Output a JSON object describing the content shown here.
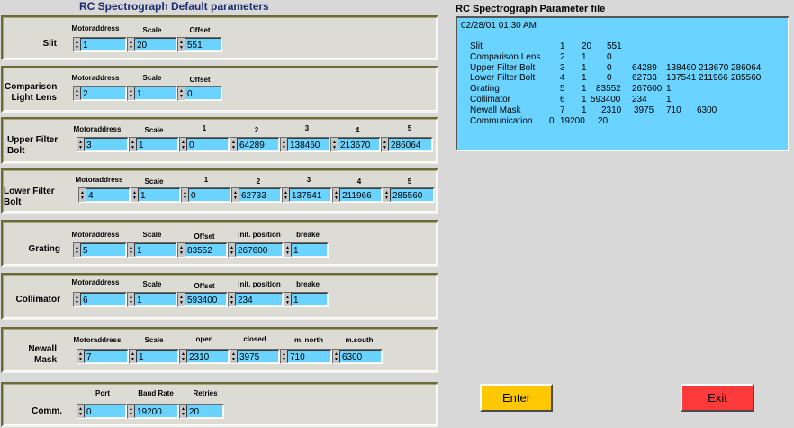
{
  "main_title": "RC Spectrograph Default parameters",
  "file_panel": {
    "title": "RC Spectrograph Parameter file",
    "timestamp": "02/28/01 01:30 AM",
    "rows": [
      {
        "name": "Slit",
        "cols": [
          "1",
          "20",
          "551"
        ]
      },
      {
        "name": "Comparison Lens",
        "cols": [
          "2",
          "1",
          "0"
        ]
      },
      {
        "name": "Upper Filter Bolt",
        "cols": [
          "3",
          "1",
          "0",
          "64289",
          "138460",
          "213670",
          "286064"
        ]
      },
      {
        "name": "Lower Filter Bolt",
        "cols": [
          "4",
          "1",
          "0",
          "62733",
          "137541",
          "211966",
          "285560"
        ]
      },
      {
        "name": "Grating",
        "cols": [
          "5",
          "1",
          "83552",
          "267600",
          "1"
        ]
      },
      {
        "name": "Collimator",
        "cols": [
          "6",
          "1",
          "593400",
          "234",
          "1"
        ]
      },
      {
        "name": "Newall Mask",
        "cols": [
          "7",
          "1",
          "2310",
          "3975",
          "710",
          "6300"
        ]
      },
      {
        "name": "Communication",
        "cols": [
          "0",
          "19200",
          "20"
        ]
      }
    ]
  },
  "panels": {
    "slit": {
      "label": "Slit",
      "headers": [
        "Motoraddress",
        "Scale",
        "Offset"
      ],
      "values": [
        "1",
        "20",
        "551"
      ]
    },
    "comp": {
      "label_line1": "Comparison",
      "label_line2": "Light Lens",
      "headers": [
        "Motoraddress",
        "Scale",
        "Offset"
      ],
      "values": [
        "2",
        "1",
        "0"
      ]
    },
    "upper": {
      "label_line1": "Upper Filter",
      "label_line2": "Bolt",
      "headers": [
        "Motoraddress",
        "Scale",
        "1",
        "2",
        "3",
        "4",
        "5"
      ],
      "values": [
        "3",
        "1",
        "0",
        "64289",
        "138460",
        "213670",
        "286064"
      ]
    },
    "lower": {
      "label_line1": "Lower Filter",
      "label_line2": "Bolt",
      "headers": [
        "Motoraddress",
        "Scale",
        "1",
        "2",
        "3",
        "4",
        "5"
      ],
      "values": [
        "4",
        "1",
        "0",
        "62733",
        "137541",
        "211966",
        "285560"
      ]
    },
    "grating": {
      "label": "Grating",
      "headers": [
        "Motoraddress",
        "Scale",
        "Offset",
        "init. position",
        "breake"
      ],
      "values": [
        "5",
        "1",
        "83552",
        "267600",
        "1"
      ]
    },
    "collimator": {
      "label": "Collimator",
      "headers": [
        "Motoraddress",
        "Scale",
        "Offset",
        "init. position",
        "breake"
      ],
      "values": [
        "6",
        "1",
        "593400",
        "234",
        "1"
      ]
    },
    "newall": {
      "label_line1": "Newall",
      "label_line2": "Mask",
      "headers": [
        "Motoraddress",
        "Scale",
        "open",
        "closed",
        "m. north",
        "m.south"
      ],
      "values": [
        "7",
        "1",
        "2310",
        "3975",
        "710",
        "6300"
      ]
    },
    "comm": {
      "label": "Comm.",
      "headers": [
        "Port",
        "Baud Rate",
        "Retries"
      ],
      "values": [
        "0",
        "19200",
        "20"
      ]
    }
  },
  "buttons": {
    "enter": "Enter",
    "exit": "Exit"
  },
  "colors": {
    "field": "#6ad3ff",
    "enter": "#ffc800",
    "exit": "#ff3a3a",
    "title": "#1a2a6e"
  }
}
